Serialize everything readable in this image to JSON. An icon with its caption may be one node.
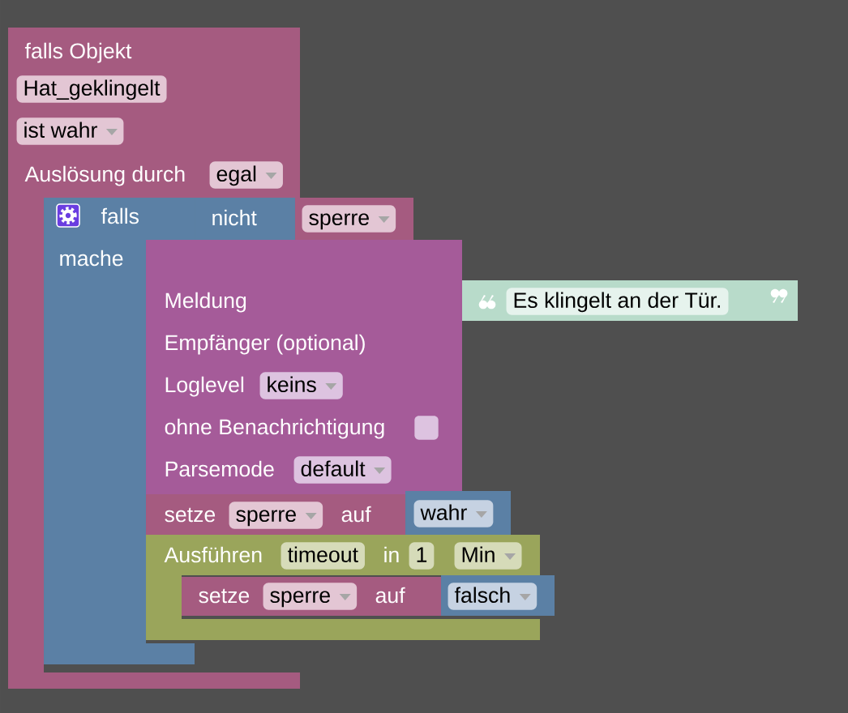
{
  "diagram": {
    "nodes": [
      {
        "text": [
          "falls Objekt",
          "Auslösung durch"
        ]
      },
      {
        "text": [
          "Hat_geklingelt"
        ],
        "in": 0
      },
      {
        "text": [
          "ist wahr"
        ],
        "in": 0
      },
      {
        "text": [
          "egal"
        ],
        "in": 0
      },
      {
        "text": [
          "falls",
          "mache"
        ]
      },
      {
        "text": [
          "nicht"
        ]
      },
      {
        "text": [
          "sperre"
        ]
      },
      {
        "text": [
          "Meldung",
          "Empfänger (optional)",
          "Loglevel",
          "ohne Benachrichtigung",
          "Parsemode"
        ]
      },
      {
        "text": [
          "keins"
        ],
        "in": 7
      },
      {
        "text": [],
        "shape": "box",
        "in": 7
      },
      {
        "text": [
          "default"
        ],
        "in": 7
      },
      {
        "text": [
          "Es klingelt an der Tür."
        ]
      },
      {
        "text": [
          "setze",
          "auf"
        ]
      },
      {
        "text": [
          "sperre"
        ],
        "in": 12
      },
      {
        "text": [
          "wahr"
        ]
      },
      {
        "text": [
          "Ausführen",
          "in"
        ]
      },
      {
        "text": [
          "timeout"
        ],
        "in": 15
      },
      {
        "text": [
          "1"
        ],
        "in": 15
      },
      {
        "text": [
          "Min"
        ],
        "in": 15
      },
      {
        "text": [
          "setze",
          "auf"
        ]
      },
      {
        "text": [
          "sperre"
        ],
        "in": 19
      },
      {
        "text": [
          "falsch"
        ]
      }
    ]
  }
}
